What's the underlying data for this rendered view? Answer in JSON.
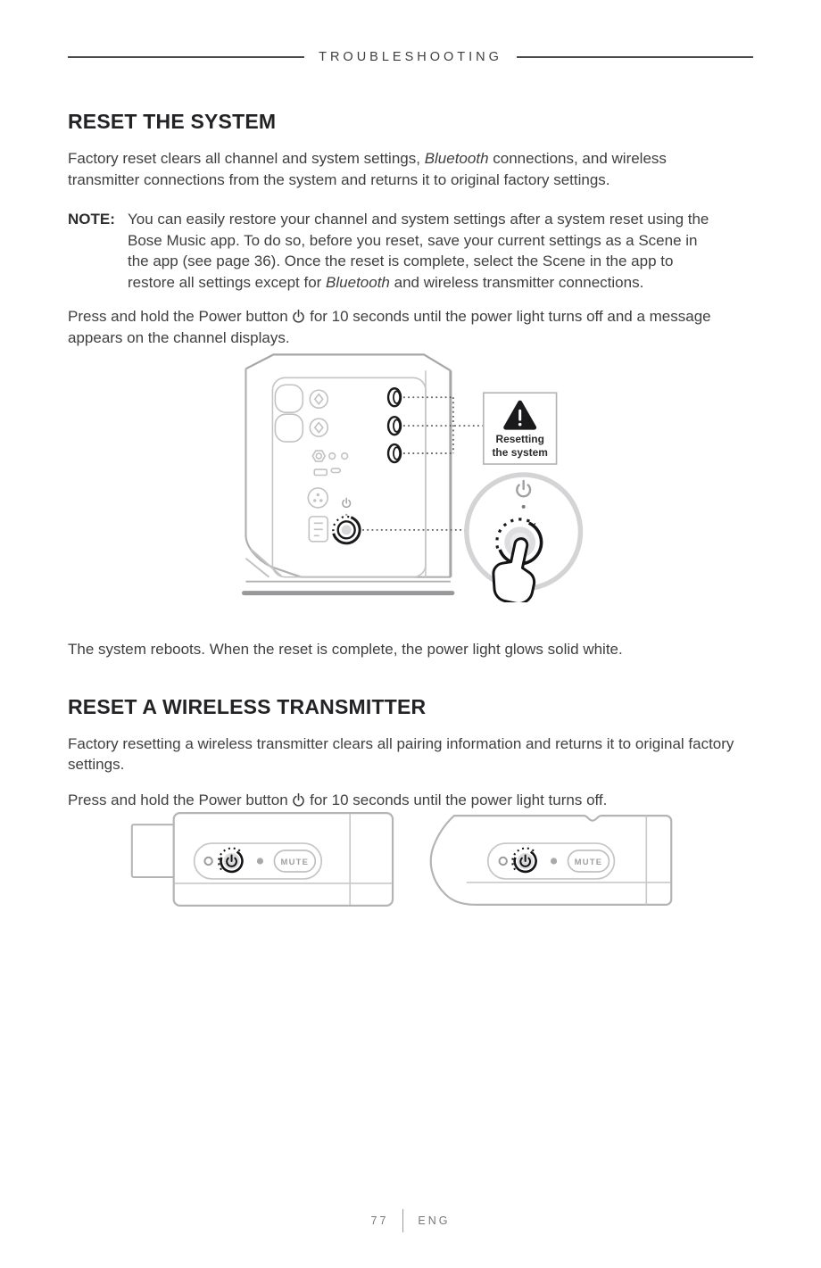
{
  "page": {
    "header": {
      "title": "TROUBLESHOOTING"
    },
    "footer": {
      "page_number": "77",
      "language": "ENG"
    }
  },
  "reset_system": {
    "heading": "RESET THE SYSTEM",
    "intro_pre": "Factory reset clears all channel and system settings, ",
    "intro_italic": "Bluetooth",
    "intro_post": " connections, and wireless transmitter connections from the system and returns it to original factory settings.",
    "note_label": "NOTE:",
    "note_part1": "You can easily restore your channel and system settings after a system reset using the Bose Music app. To do so, before you reset, save your current settings as a Scene in the app (see page 36). Once the reset is complete, select the Scene in the app to restore all settings except for ",
    "note_italic": "Bluetooth",
    "note_part2": " and wireless transmitter connections.",
    "press_pre": "Press and hold the Power button ",
    "press_post": " for 10 seconds until the power light turns off and a message appears on the channel displays.",
    "callout_line1": "Resetting",
    "callout_line2": "the system",
    "result": "The system reboots. When the reset is complete, the power light glows solid white."
  },
  "reset_transmitter": {
    "heading": "RESET A WIRELESS TRANSMITTER",
    "intro": "Factory resetting a wireless transmitter clears all pairing information and returns it to original factory settings.",
    "press_pre": "Press and hold the Power button ",
    "press_post": " for 10 seconds until the power light turns off.",
    "mute_label": "MUTE"
  },
  "icons": {
    "power": "power-icon",
    "warning": "warning-icon"
  },
  "colors": {
    "text": "#3f3f41",
    "heading": "#232325",
    "outline_light": "#b4b4b6",
    "outline_dark": "#1a1a1c",
    "footer_text": "#77787a"
  }
}
